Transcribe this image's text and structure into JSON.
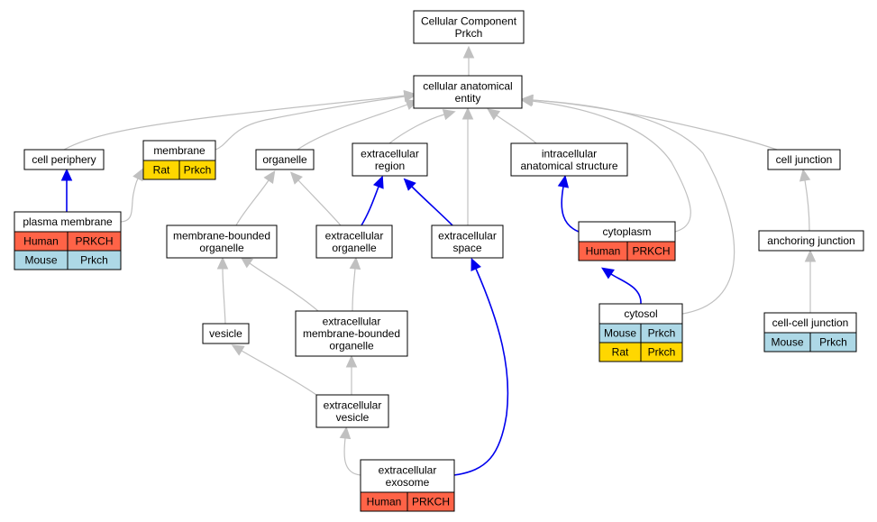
{
  "colors": {
    "gray_edge": "#c0c0c0",
    "blue_edge": "#0000ee",
    "human": "#ff6347",
    "mouse": "#add8e6",
    "rat": "#ffd700"
  },
  "nodes": {
    "root": {
      "lines": [
        "Cellular Component",
        "Prkch"
      ]
    },
    "cae": {
      "lines": [
        "cellular anatomical",
        "entity"
      ]
    },
    "periphery": {
      "lines": [
        "cell periphery"
      ]
    },
    "membrane": {
      "lines": [
        "membrane"
      ],
      "species": [
        {
          "org": "Rat",
          "gene": "Prkch"
        }
      ]
    },
    "organelle": {
      "lines": [
        "organelle"
      ]
    },
    "ecregion": {
      "lines": [
        "extracellular",
        "region"
      ]
    },
    "intracellular": {
      "lines": [
        "intracellular",
        "anatomical structure"
      ]
    },
    "junction": {
      "lines": [
        "cell junction"
      ]
    },
    "plasma": {
      "lines": [
        "plasma membrane"
      ],
      "species": [
        {
          "org": "Human",
          "gene": "PRKCH"
        },
        {
          "org": "Mouse",
          "gene": "Prkch"
        }
      ]
    },
    "mbo": {
      "lines": [
        "membrane-bounded",
        "organelle"
      ]
    },
    "ecorg": {
      "lines": [
        "extracellular",
        "organelle"
      ]
    },
    "ecspace": {
      "lines": [
        "extracellular",
        "space"
      ]
    },
    "cytoplasm": {
      "lines": [
        "cytoplasm"
      ],
      "species": [
        {
          "org": "Human",
          "gene": "PRKCH"
        }
      ]
    },
    "anchoring": {
      "lines": [
        "anchoring junction"
      ]
    },
    "vesicle": {
      "lines": [
        "vesicle"
      ]
    },
    "ecmbo": {
      "lines": [
        "extracellular",
        "membrane-bounded",
        "organelle"
      ]
    },
    "cytosol": {
      "lines": [
        "cytosol"
      ],
      "species": [
        {
          "org": "Mouse",
          "gene": "Prkch"
        },
        {
          "org": "Rat",
          "gene": "Prkch"
        }
      ]
    },
    "ccj": {
      "lines": [
        "cell-cell junction"
      ],
      "species": [
        {
          "org": "Mouse",
          "gene": "Prkch"
        }
      ]
    },
    "ecvesicle": {
      "lines": [
        "extracellular",
        "vesicle"
      ]
    },
    "exosome": {
      "lines": [
        "extracellular",
        "exosome"
      ],
      "species": [
        {
          "org": "Human",
          "gene": "PRKCH"
        }
      ]
    }
  }
}
